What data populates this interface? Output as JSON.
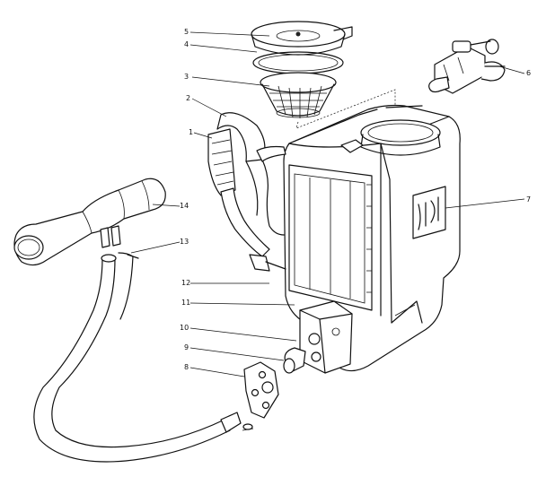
{
  "diagram": {
    "part_labels": {
      "p1": "1",
      "p2": "2",
      "p3": "3",
      "p4": "4",
      "p5": "5",
      "p6": "6",
      "p7": "7",
      "p8": "8",
      "p9": "9",
      "p10": "10",
      "p11": "11",
      "p12": "12",
      "p13": "13",
      "p14": "14"
    },
    "colors": {
      "ink": "#111111",
      "paper": "#ffffff"
    }
  }
}
